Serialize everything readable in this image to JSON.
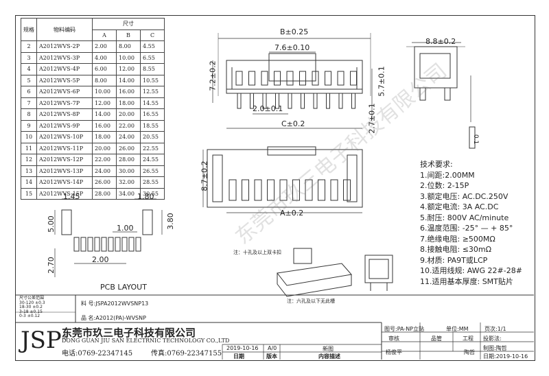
{
  "spec_table": {
    "headers": {
      "spec": "规格",
      "part_no": "物料编码",
      "size": "尺寸",
      "a": "A",
      "b": "B",
      "c": "C"
    },
    "rows": [
      [
        "2",
        "A2012WVS-2P",
        "2.00",
        "8.00",
        "4.55"
      ],
      [
        "3",
        "A2012WVS-3P",
        "4.00",
        "10.00",
        "6.55"
      ],
      [
        "4",
        "A2012WVS-4P",
        "6.00",
        "12.00",
        "8.55"
      ],
      [
        "5",
        "A2012WVS-5P",
        "8.00",
        "14.00",
        "10.55"
      ],
      [
        "6",
        "A2012WVS-6P",
        "10.00",
        "16.00",
        "12.55"
      ],
      [
        "7",
        "A2012WVS-7P",
        "12.00",
        "18.00",
        "14.55"
      ],
      [
        "8",
        "A2012WVS-8P",
        "14.00",
        "20.00",
        "16.55"
      ],
      [
        "9",
        "A2012WVS-9P",
        "16.00",
        "22.00",
        "18.55"
      ],
      [
        "10",
        "A2012WVS-10P",
        "18.00",
        "24.00",
        "20.55"
      ],
      [
        "11",
        "A2012WVS-11P",
        "20.00",
        "26.00",
        "22.55"
      ],
      [
        "12",
        "A2012WVS-12P",
        "22.00",
        "28.00",
        "24.55"
      ],
      [
        "13",
        "A2012WVS-13P",
        "24.00",
        "30.00",
        "26.55"
      ],
      [
        "14",
        "A2012WVS-14P",
        "26.00",
        "32.00",
        "28.55"
      ],
      [
        "15",
        "A2012WVS-15P",
        "28.00",
        "34.00",
        "30.55"
      ]
    ]
  },
  "dims": {
    "b": "B±0.25",
    "d76": "7.6±0.10",
    "d72": "7.2±0.2",
    "d57": "5.7±0.1",
    "d20": "2.0±0.1",
    "c": "C±0.2",
    "d27": "2.7±0.1",
    "d88": "8.8±0.2",
    "d87": "8.7±0.2",
    "a": "A±0.2",
    "d01": "0.1"
  },
  "pcb": {
    "d145": "1.45",
    "d180": "1.80",
    "d500": "5.00",
    "d380": "3.80",
    "d100": "1.00",
    "d270": "2.70",
    "d200": "2.00",
    "title": "PCB LAYOUT"
  },
  "notes": {
    "title": "技术要求:",
    "items": [
      "1.间距:2.00MM",
      "2.位数: 2-15P",
      "3.额定电压: AC.DC.250V",
      "4.额定电流: 3A AC.DC",
      "5.耐压: 800V AC/minute",
      "6.温度范围: -25° — + 85°",
      "7.绝缘电阻: ≥500MΩ",
      "8.接触电阻: ≤30mΩ",
      "9.材质: PA9T或LCP",
      "10.适用线规: AWG 22#-28#",
      "11.适用基本厚度: SMT贴片"
    ]
  },
  "iso_notes": {
    "top": "注：十孔及以上双卡扣",
    "bottom": "注：六孔及以下无此槽"
  },
  "tolerance": {
    "title": "尺寸公差范围",
    "rows": [
      "30-120  ±0.3",
      "18-30   ±0.2",
      "3-18    ±0.15",
      "0-3     ±0.12"
    ]
  },
  "material": {
    "label": "料",
    "value": "号:JSPA2012WVSNP13",
    "name_label": "品",
    "name_value": "名:A2012(PA)-WVSNP"
  },
  "company": {
    "logo": "JSP",
    "reg": "®",
    "cn": "东莞市玖三电子科技有限公司",
    "en": "DONG GUAN JIU SAN ELECTRNIC TECHNOLOGY CO.,LTD",
    "tel": "电话:0769-22347145",
    "fax": "传真:0769-22347155"
  },
  "revision": {
    "date": "2019-10-16",
    "version": "A/0",
    "desc": "新图",
    "h_date": "日期",
    "h_version": "版本",
    "h_desc": "内容描述"
  },
  "title_block": {
    "drawing_no": "图号:PA-NP立贴",
    "unit": "单位:MM",
    "page": "页次:1/1",
    "review": "审核",
    "qc": "品管",
    "eng": "工程",
    "projection": "投影法:",
    "maker": "制图:陶哲",
    "signer": "杨俊平",
    "signer2": "陶哲",
    "date": "日期:2019-10-16"
  },
  "watermark": "东莞市玖三电子科技有限公司"
}
